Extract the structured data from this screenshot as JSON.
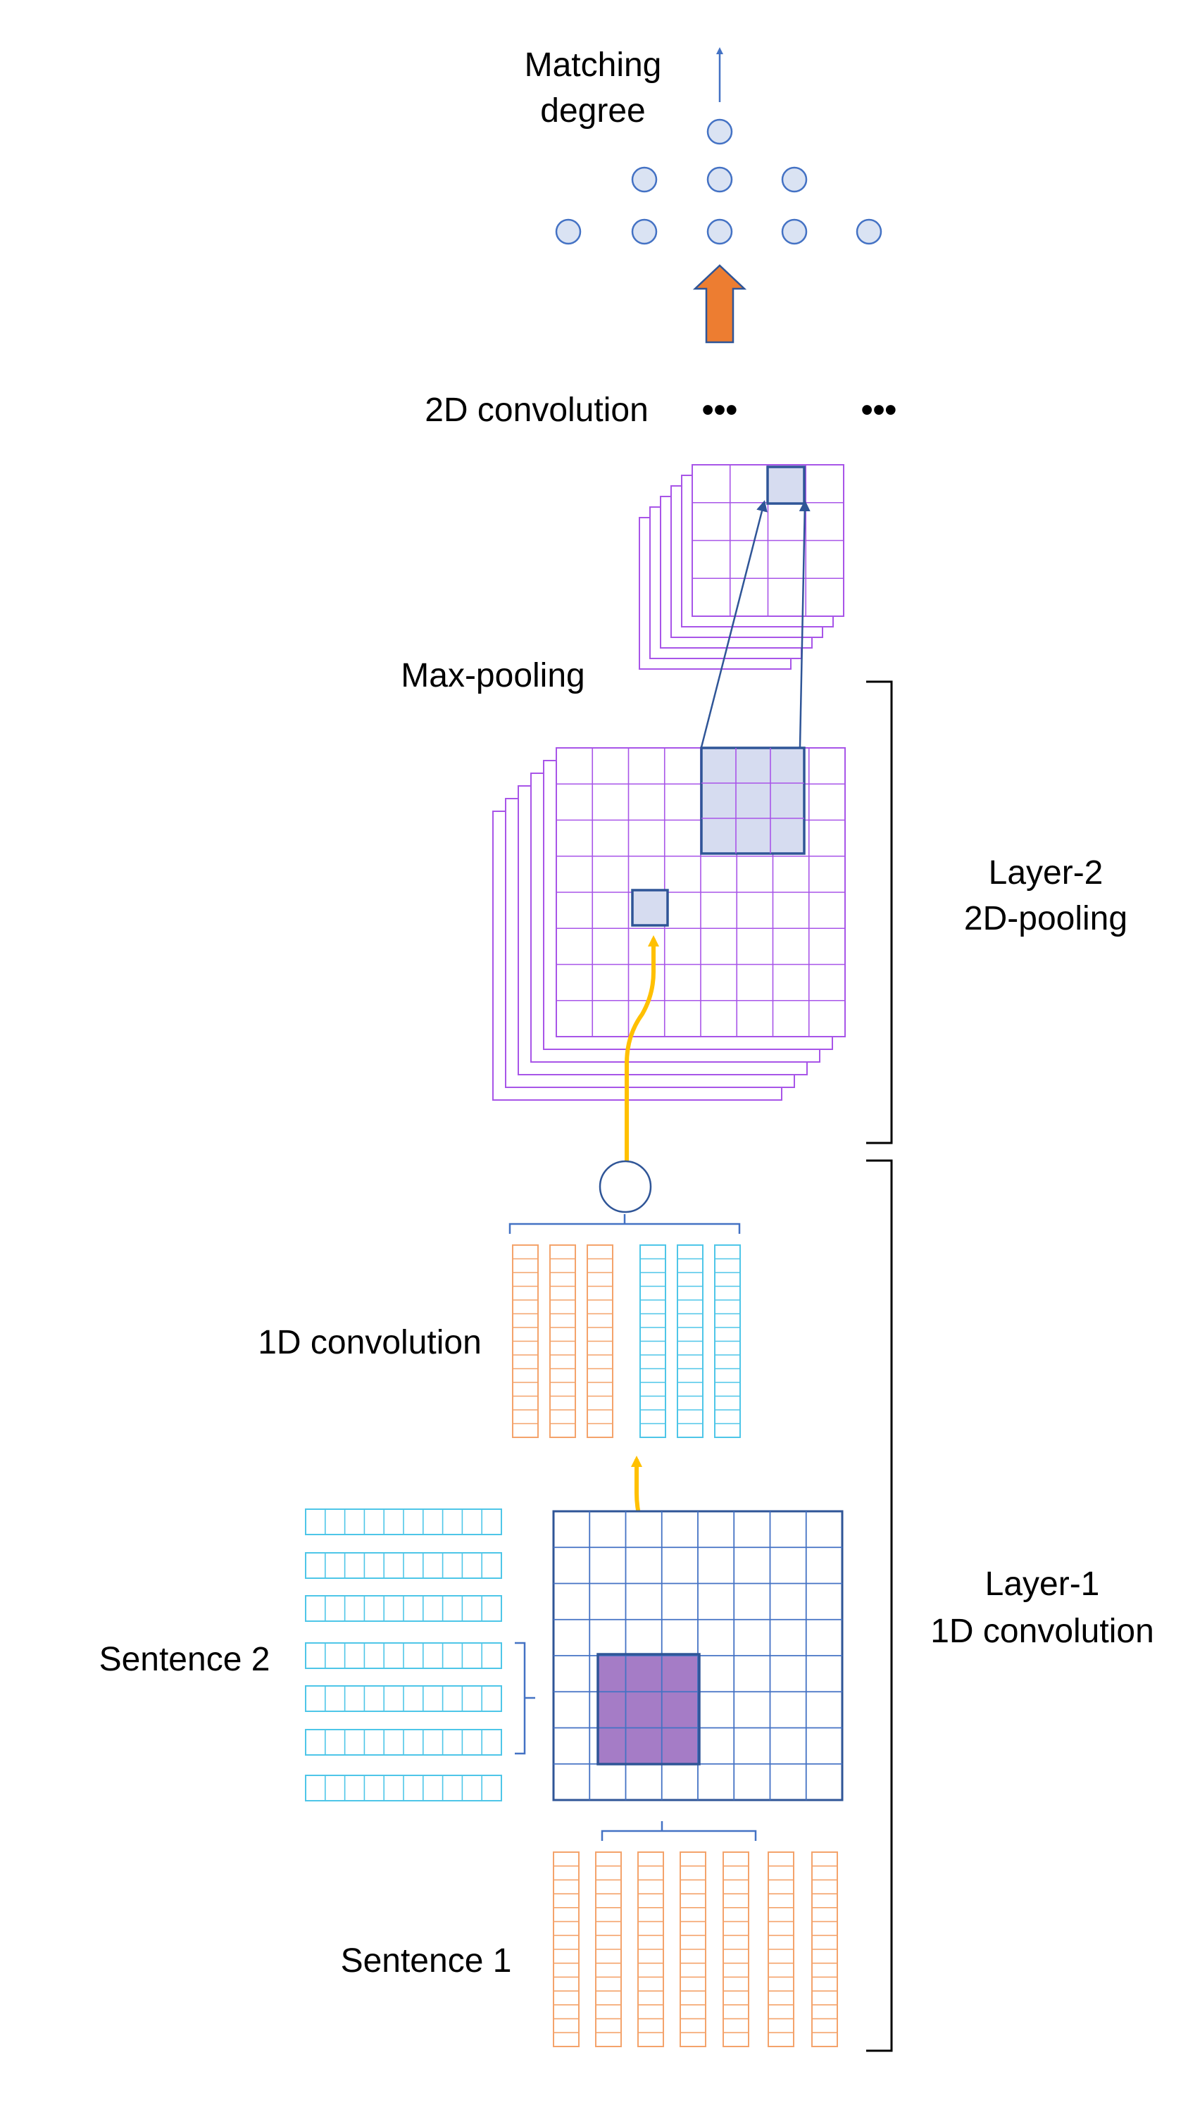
{
  "labels": {
    "matching_degree_line1": "Matching",
    "matching_degree_line2": "degree",
    "conv2d": "2D convolution",
    "ellipsis": "•••",
    "max_pooling": "Max-pooling",
    "layer2_line1": "Layer-2",
    "layer2_line2": "2D-pooling",
    "conv1d": "1D convolution",
    "layer1_line1": "Layer-1",
    "layer1_line2": "1D convolution",
    "sentence2": "Sentence 2",
    "sentence1": "Sentence 1"
  },
  "colors": {
    "dark_blue": "#2f5597",
    "node_blue": "#4472c4",
    "node_fill": "#dae3f3",
    "highlight_fill": "#d6dcf0",
    "purple": "#a855e8",
    "selected_purple": "#a57cc6",
    "orange": "#f4a36b",
    "arrow_orange": "#ed7d31",
    "cyan": "#4ec6e8",
    "gold": "#ffc000",
    "black": "#000000"
  }
}
